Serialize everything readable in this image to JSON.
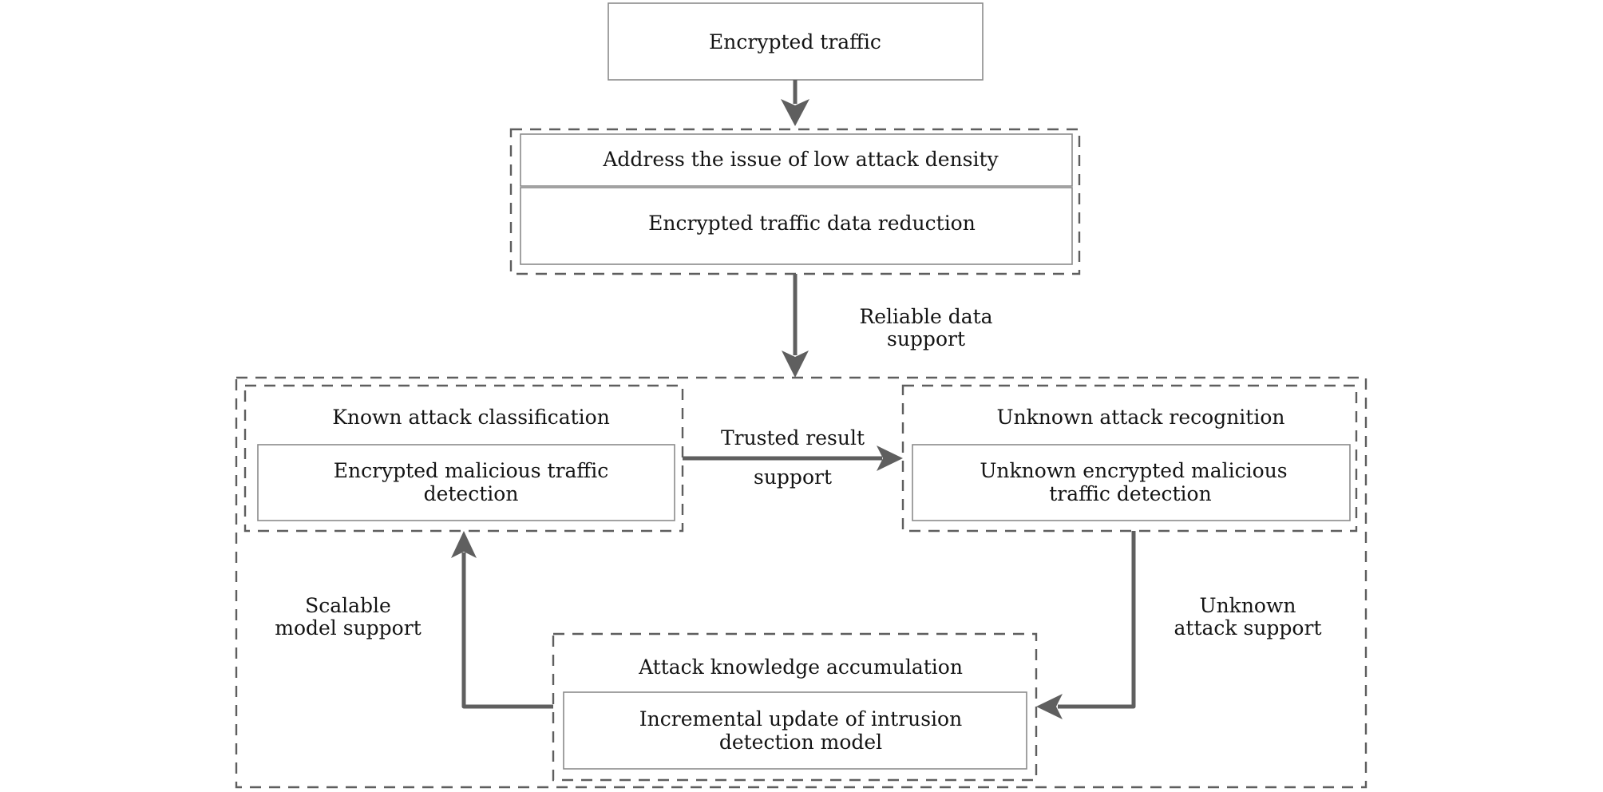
{
  "diagram": {
    "input_box": {
      "label": "Encrypted traffic"
    },
    "preprocessing_group": {
      "top_box": {
        "label": "Address the issue of low attack density"
      },
      "bottom_box": {
        "label": "Encrypted traffic data reduction"
      }
    },
    "edge_labels": {
      "reliable_data_support": [
        "Reliable data",
        "support"
      ],
      "trusted_result_support": [
        "Trusted result",
        "support"
      ],
      "scalable_model_support": [
        "Scalable",
        "model support"
      ],
      "unknown_attack_support": [
        "Unknown",
        "attack support"
      ]
    },
    "known_attack_group": {
      "title": "Known attack classification",
      "box_lines": [
        "Encrypted malicious traffic",
        "detection"
      ]
    },
    "unknown_attack_group": {
      "title": "Unknown attack recognition",
      "box_lines": [
        "Unknown encrypted malicious",
        "traffic detection"
      ]
    },
    "knowledge_group": {
      "title": "Attack knowledge accumulation",
      "box_lines": [
        "Incremental update of intrusion",
        "detection model"
      ]
    },
    "colors": {
      "line": "#5f5f5f",
      "box_border": "#8a8a8a",
      "text": "#141414",
      "background": "#ffffff"
    }
  }
}
